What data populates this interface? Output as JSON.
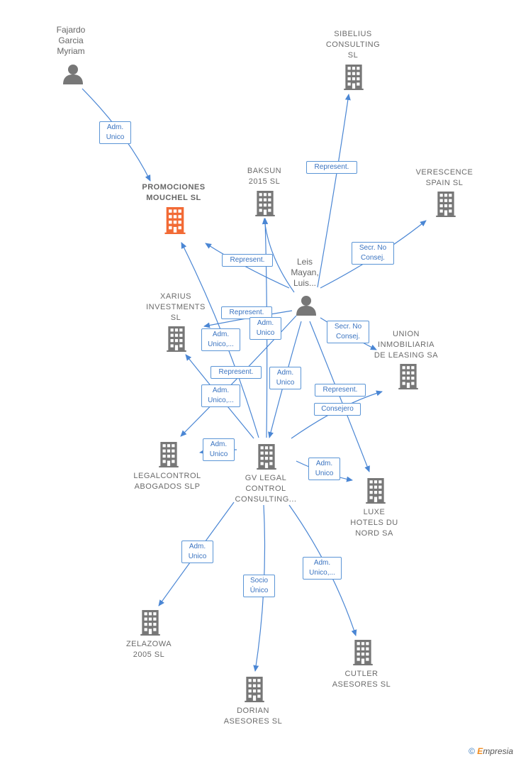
{
  "nodes": {
    "fajardo": {
      "label": "Fajardo\nGarcia\nMyriam",
      "icon": "person-icon"
    },
    "promociones": {
      "label": "PROMOCIONES\nMOUCHEL  SL",
      "icon": "building-icon-highlight"
    },
    "sibelius": {
      "label": "SIBELIUS\nCONSULTING\nSL",
      "icon": "building-icon"
    },
    "baksun": {
      "label": "BAKSUN\n2015  SL",
      "icon": "building-icon"
    },
    "verescence": {
      "label": "VERESCENCE\nSPAIN  SL",
      "icon": "building-icon"
    },
    "leis": {
      "label": "Leis\nMayan,\nLuis...",
      "icon": "person-icon"
    },
    "xarius": {
      "label": "XARIUS\nINVESTMENTS\nSL",
      "icon": "building-icon"
    },
    "union": {
      "label": "UNION\nINMOBILIARIA\nDE LEASING SA",
      "icon": "building-icon"
    },
    "legalcontrol": {
      "label": "LEGALCONTROL\nABOGADOS  SLP",
      "icon": "building-icon"
    },
    "gvlegal": {
      "label": "GV LEGAL\nCONTROL\nCONSULTING...",
      "icon": "building-icon"
    },
    "luxe": {
      "label": "LUXE\nHOTELS DU\nNORD SA",
      "icon": "building-icon"
    },
    "zelazowa": {
      "label": "ZELAZOWA\n2005  SL",
      "icon": "building-icon"
    },
    "dorian": {
      "label": "DORIAN\nASESORES  SL",
      "icon": "building-icon"
    },
    "cutler": {
      "label": "CUTLER\nASESORES  SL",
      "icon": "building-icon"
    }
  },
  "edges": {
    "e1": "Adm.\nUnico",
    "e2": "Represent.",
    "e3": "Secr.  No\nConsej.",
    "e4": "Represent.",
    "e5": "Represent.",
    "e6": "Adm.\nUnico",
    "e7": "Adm.\nUnico,...",
    "e8": "Secr.  No\nConsej.",
    "e9": "Represent.",
    "e10": "Adm.\nUnico",
    "e11": "Adm.\nUnico,...",
    "e12": "Represent.",
    "e13": "Consejero",
    "e14": "Adm.\nUnico",
    "e15": "Adm.\nUnico",
    "e16": "Adm.\nUnico",
    "e17": "Socio\nÚnico",
    "e18": "Adm.\nUnico,..."
  },
  "colors": {
    "edge": "#4a86d4",
    "node_gray": "#777777",
    "highlight": "#f26a35"
  },
  "footer": {
    "copyright": "©",
    "brand_initial": "E",
    "brand_rest": "mpresia"
  }
}
